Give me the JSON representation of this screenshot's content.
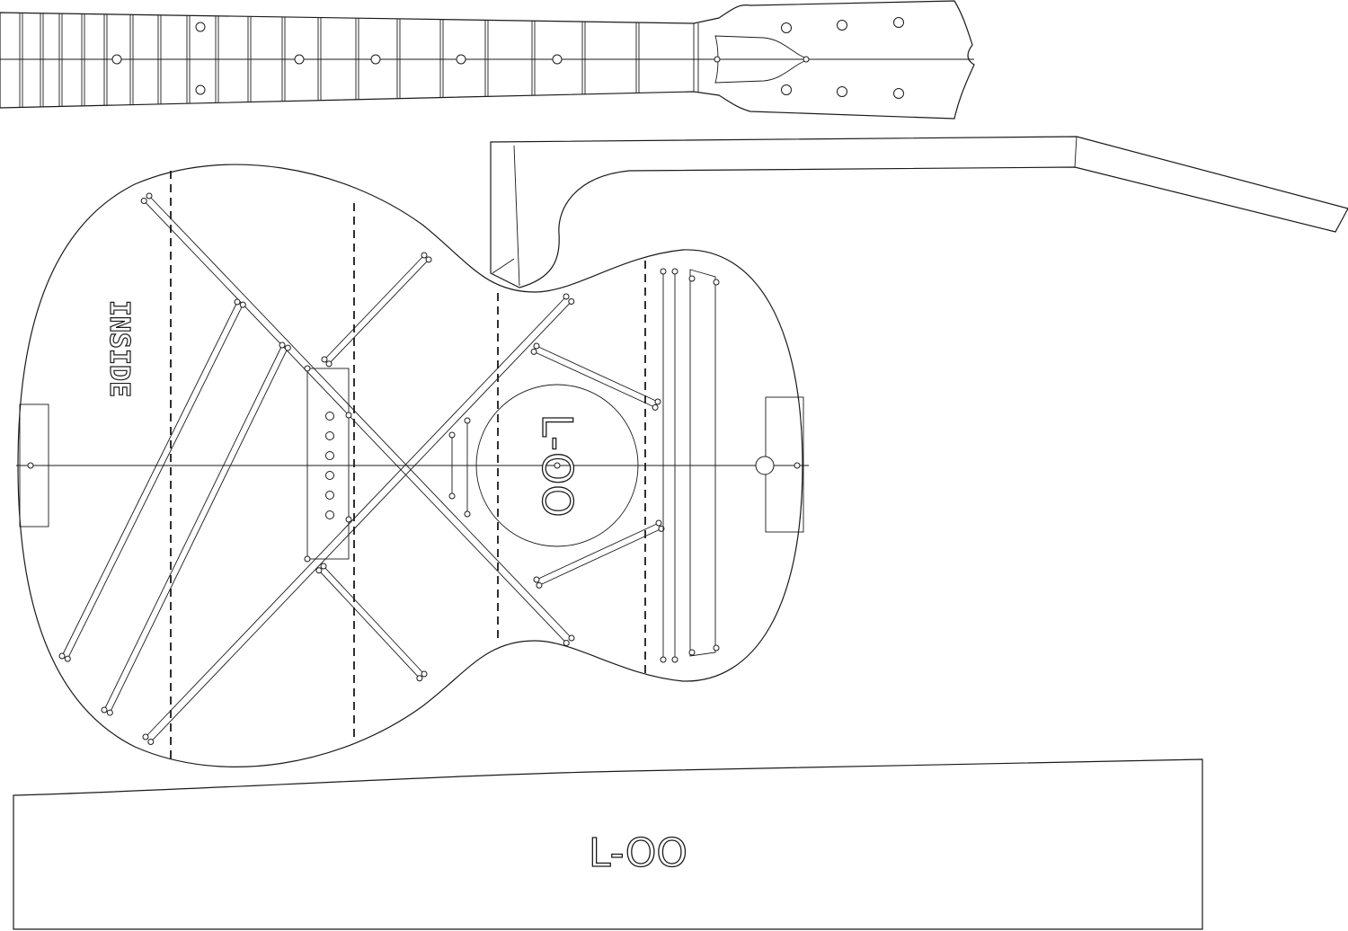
{
  "body_labels": {
    "inside": "INSIDE",
    "soundhole": "L-OO"
  },
  "side_template": {
    "label": "L-OO"
  },
  "colors": {
    "line": "#1a1a1a",
    "background": "#ffffff"
  }
}
